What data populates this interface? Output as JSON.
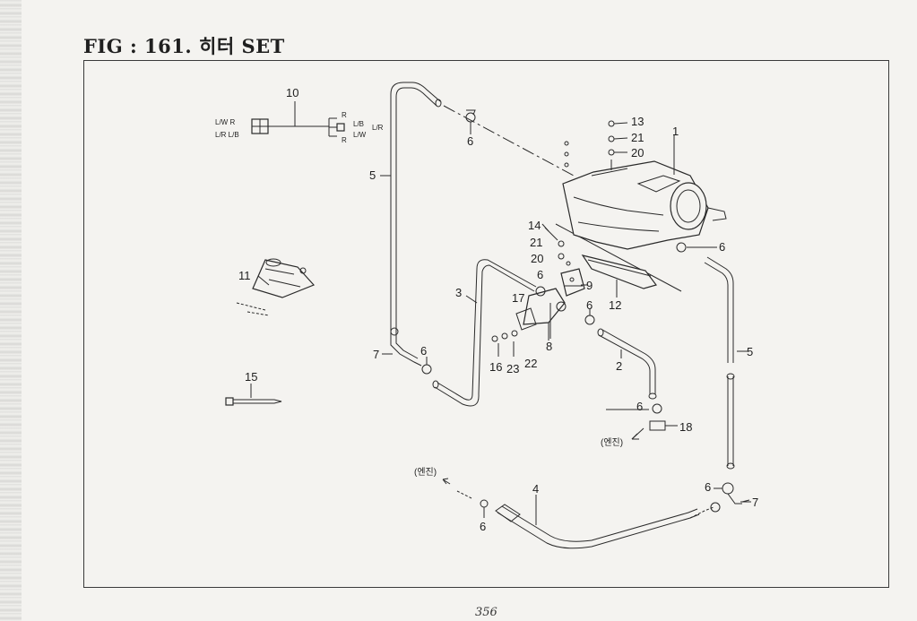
{
  "header": {
    "title": "FIG : 161. 히터 SET"
  },
  "footer": {
    "page_number": "356"
  },
  "wire_codes": {
    "left_top": "L/W R",
    "left_bottom": "L/R L/B",
    "right_1": "R",
    "right_2": "L/B",
    "right_3": "L/R",
    "right_4": "L/W",
    "right_5": "R"
  },
  "callouts": {
    "c1": "1",
    "c2": "2",
    "c3": "3",
    "c4": "4",
    "c5a": "5",
    "c5b": "5",
    "c6a": "6",
    "c6b": "6",
    "c6c": "6",
    "c6d": "6",
    "c6e": "6",
    "c6f": "6",
    "c6g": "6",
    "c6h": "6",
    "c7a": "7",
    "c7b": "7",
    "c8": "8",
    "c9": "9",
    "c10": "10",
    "c11": "11",
    "c12": "12",
    "c13": "13",
    "c14": "14",
    "c15": "15",
    "c16": "16",
    "c17": "17",
    "c18": "18",
    "c20a": "20",
    "c20b": "20",
    "c21a": "21",
    "c21b": "21",
    "c22": "22",
    "c23": "23"
  },
  "notes": {
    "engine_right": "(엔진)",
    "engine_left": "(엔진)"
  }
}
